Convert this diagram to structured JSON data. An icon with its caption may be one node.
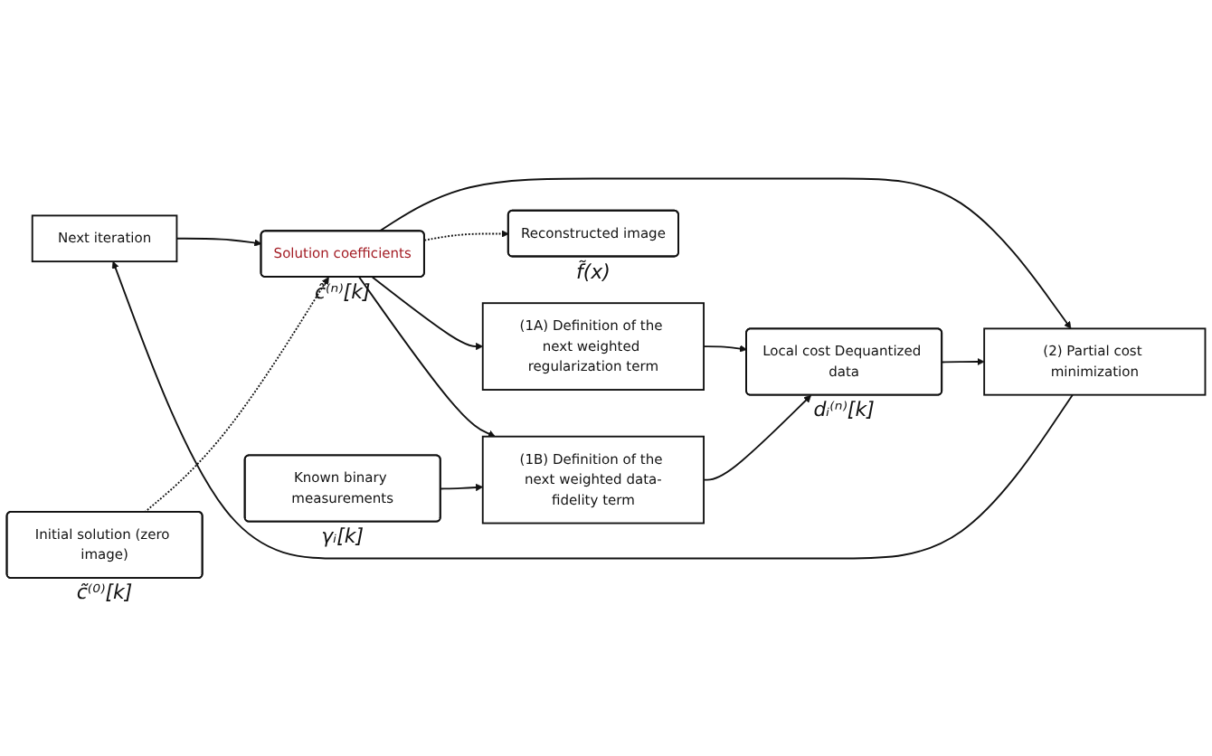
{
  "diagram": {
    "nodes": [
      {
        "text": [
          "Next iteration"
        ]
      },
      {
        "text": [
          "(2) Partial cost minimization"
        ]
      },
      {
        "text": [
          "Local cost Dequantized data"
        ],
        "beside": [
          "dᵢ⁽ⁿ⁾[k]"
        ]
      },
      {
        "text": [
          "Initial solution (zero image)"
        ],
        "beside": [
          "c̃⁽⁰⁾[k]"
        ]
      },
      {
        "text": [
          "Solution coefficients"
        ],
        "beside": [
          "c̃⁽ⁿ⁾[k]"
        ]
      },
      {
        "text": [
          "(1A) Definition of the next weighted regularization term"
        ]
      },
      {
        "text": [
          "Reconstructed image"
        ],
        "beside": [
          "f̃(x)"
        ]
      },
      {
        "text": [
          "Known binary measurements"
        ],
        "beside": [
          "γᵢ[k]"
        ]
      },
      {
        "text": [
          "(1B) Definition of the next weighted data-fidelity term"
        ]
      }
    ],
    "edges": [
      {
        "from": 1,
        "to": 0,
        "arrow": "to"
      },
      {
        "from": 0,
        "to": 4,
        "arrow": "to"
      },
      {
        "from": 4,
        "to": 1,
        "arrow": "to"
      },
      {
        "from": 2,
        "to": 1,
        "arrow": "to"
      },
      {
        "from": 3,
        "to": 4,
        "arrow": "to",
        "style": "dashed"
      },
      {
        "from": 4,
        "to": 5,
        "arrow": "to"
      },
      {
        "from": 4,
        "to": 8,
        "arrow": "to"
      },
      {
        "from": 4,
        "to": 6,
        "arrow": "to",
        "style": "dashed"
      },
      {
        "from": 7,
        "to": 8,
        "arrow": "to"
      },
      {
        "from": 5,
        "to": 2,
        "arrow": "to"
      },
      {
        "from": 8,
        "to": 2,
        "arrow": "to"
      }
    ]
  }
}
